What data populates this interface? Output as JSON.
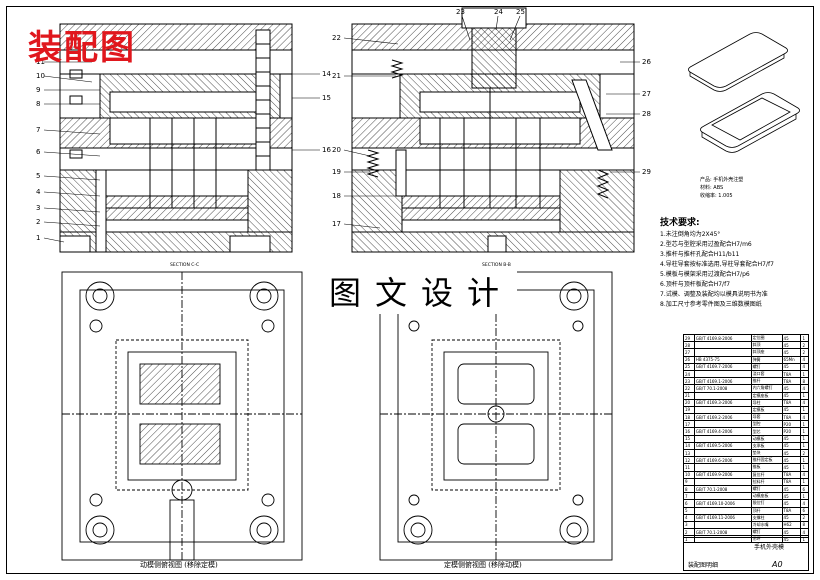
{
  "title": "装配图",
  "watermark": "图文设计",
  "section_left_label": "SECTION C-C",
  "section_right_label": "SECTION B-B",
  "tech_requirements": {
    "heading": "技术要求:",
    "items": [
      "1.未注倒角均为2X45°",
      "2.型芯与型腔采用过盈配合H7/m6",
      "3.推杆与推杆孔配合H11/b11",
      "4.导柱导套按标准选用,导柱导套配合H7/f7",
      "5.模板与模架采用过渡配合H7/p6",
      "6.顶杆与顶杆板配合H7/f7",
      "7.试模、调整及装配均以模具说明书为准",
      "8.加工尺寸参考零件图及三维数模图纸"
    ]
  },
  "product_info": {
    "name": "产品: 手机外壳注塑",
    "material": "材料: ABS",
    "shrink": "收缩率: 1.005"
  },
  "left_callouts": [
    "11",
    "10",
    "9",
    "8",
    "7",
    "6",
    "5",
    "4",
    "3",
    "2",
    "1"
  ],
  "right_top_callouts": [
    "22",
    "23",
    "24",
    "25"
  ],
  "right_side_callouts": [
    "21",
    "20",
    "19",
    "18",
    "17"
  ],
  "middle_callouts": [
    "14",
    "15",
    "16"
  ],
  "far_right_callouts": [
    "26",
    "27",
    "28",
    "29"
  ],
  "bottom_left_caption": "动模侧俯视图 (移除定模)",
  "bottom_right_caption": "定模侧俯视图 (移除动模)",
  "title_block": {
    "name": "手机外壳模",
    "scale": "A0",
    "doc": "装配图明细"
  },
  "bom_rows": [
    [
      "29",
      "GB/T 4169.8-2006",
      "定位圈",
      "45",
      "1"
    ],
    [
      "28",
      "",
      "斜顶",
      "45",
      "2"
    ],
    [
      "27",
      "",
      "斜顶座",
      "45",
      "2"
    ],
    [
      "26",
      "HB 4375-75",
      "弹簧",
      "65Mn",
      "4"
    ],
    [
      "25",
      "GB/T 4169.7-2006",
      "螺钉",
      "45",
      "4"
    ],
    [
      "24",
      "",
      "浇口套",
      "T8A",
      "1"
    ],
    [
      "23",
      "GB/T 4169.1-2006",
      "推杆",
      "T8A",
      "8"
    ],
    [
      "22",
      "GB/T 70.1-2008",
      "内六角螺钉",
      "45",
      "4"
    ],
    [
      "21",
      "",
      "定模座板",
      "45",
      "1"
    ],
    [
      "20",
      "GB/T 4169.3-2006",
      "导柱",
      "T8A",
      "4"
    ],
    [
      "19",
      "",
      "定模板",
      "45",
      "1"
    ],
    [
      "18",
      "GB/T 4169.2-2006",
      "导套",
      "T8A",
      "4"
    ],
    [
      "17",
      "",
      "型腔",
      "P20",
      "1"
    ],
    [
      "16",
      "GB/T 4169.4-2006",
      "型芯",
      "P20",
      "1"
    ],
    [
      "15",
      "",
      "动模板",
      "45",
      "1"
    ],
    [
      "14",
      "GB/T 4169.5-2006",
      "支承板",
      "45",
      "1"
    ],
    [
      "13",
      "",
      "垫块",
      "45",
      "2"
    ],
    [
      "12",
      "GB/T 4169.6-2006",
      "推杆固定板",
      "45",
      "1"
    ],
    [
      "11",
      "",
      "推板",
      "45",
      "1"
    ],
    [
      "10",
      "GB/T 4169.9-2006",
      "复位杆",
      "T8A",
      "4"
    ],
    [
      "9",
      "",
      "拉料杆",
      "T8A",
      "1"
    ],
    [
      "8",
      "GB/T 70.1-2008",
      "螺钉",
      "45",
      "6"
    ],
    [
      "7",
      "",
      "动模座板",
      "45",
      "1"
    ],
    [
      "6",
      "GB/T 4169.10-2006",
      "限位钉",
      "45",
      "4"
    ],
    [
      "5",
      "",
      "顶杆",
      "T8A",
      "6"
    ],
    [
      "4",
      "GB/T 4169.11-2006",
      "支撑柱",
      "45",
      "2"
    ],
    [
      "3",
      "",
      "冷却水嘴",
      "H62",
      "8"
    ],
    [
      "2",
      "GB/T 70.1-2008",
      "螺钉",
      "45",
      "4"
    ],
    [
      "1",
      "",
      "吊环",
      "45",
      "1"
    ]
  ]
}
